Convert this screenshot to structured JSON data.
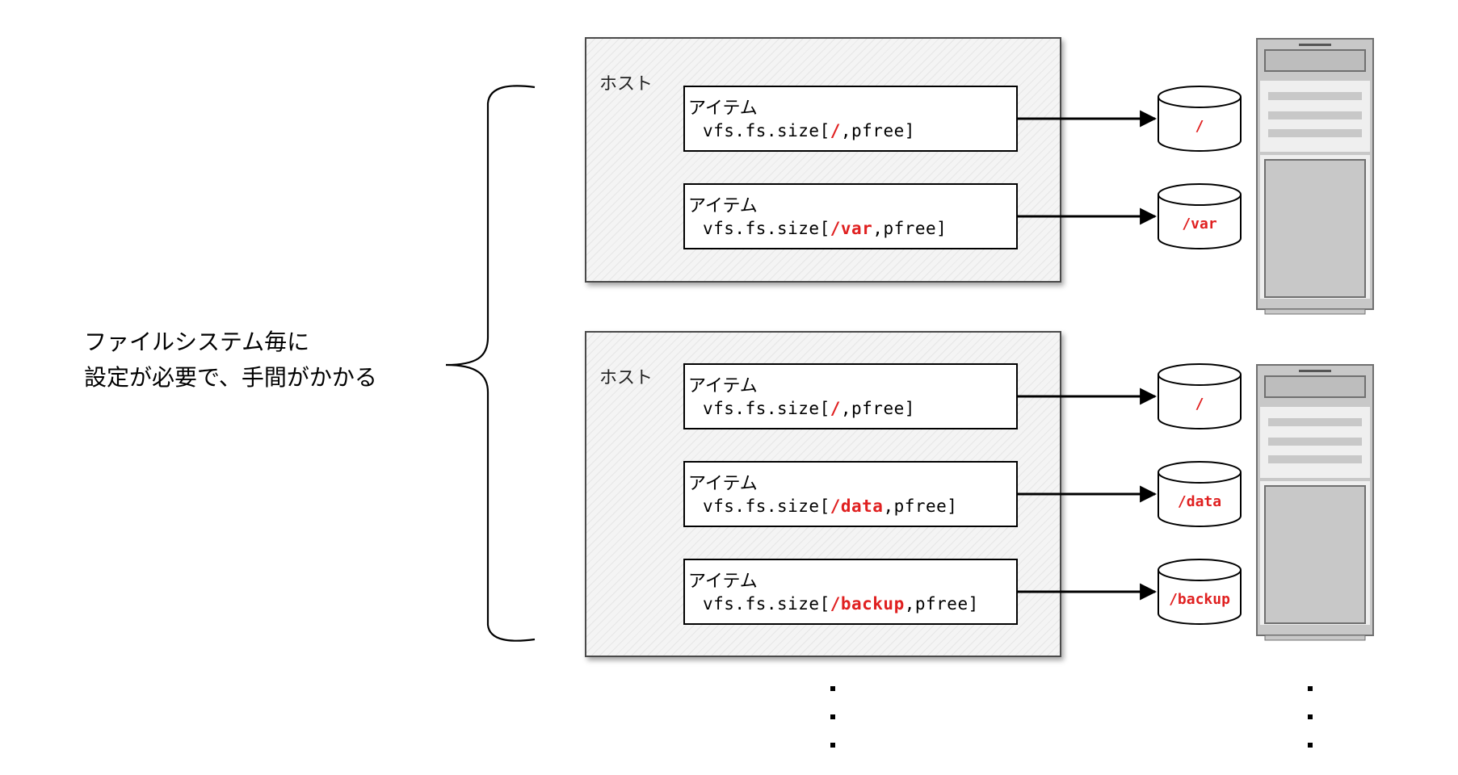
{
  "note": {
    "line1": "ファイルシステム毎に",
    "line2": "設定が必要で、手間がかかる"
  },
  "hosts": [
    {
      "label": "ホスト",
      "items": [
        {
          "title": "アイテム",
          "prefix": "vfs.fs.size[",
          "path": "/",
          "suffix": ",pfree]"
        },
        {
          "title": "アイテム",
          "prefix": "vfs.fs.size[",
          "path": "/var",
          "suffix": ",pfree]"
        }
      ]
    },
    {
      "label": "ホスト",
      "items": [
        {
          "title": "アイテム",
          "prefix": "vfs.fs.size[",
          "path": "/",
          "suffix": ",pfree]"
        },
        {
          "title": "アイテム",
          "prefix": "vfs.fs.size[",
          "path": "/data",
          "suffix": ",pfree]"
        },
        {
          "title": "アイテム",
          "prefix": "vfs.fs.size[",
          "path": "/backup",
          "suffix": ",pfree]"
        }
      ]
    }
  ],
  "disks": [
    "/",
    "/var",
    "/",
    "/data",
    "/backup"
  ],
  "continuation": {
    "left": "⋮",
    "right": "⋮"
  },
  "colors": {
    "accent": "#e02020",
    "server": "#c8c8c8",
    "server_border": "#707070"
  }
}
